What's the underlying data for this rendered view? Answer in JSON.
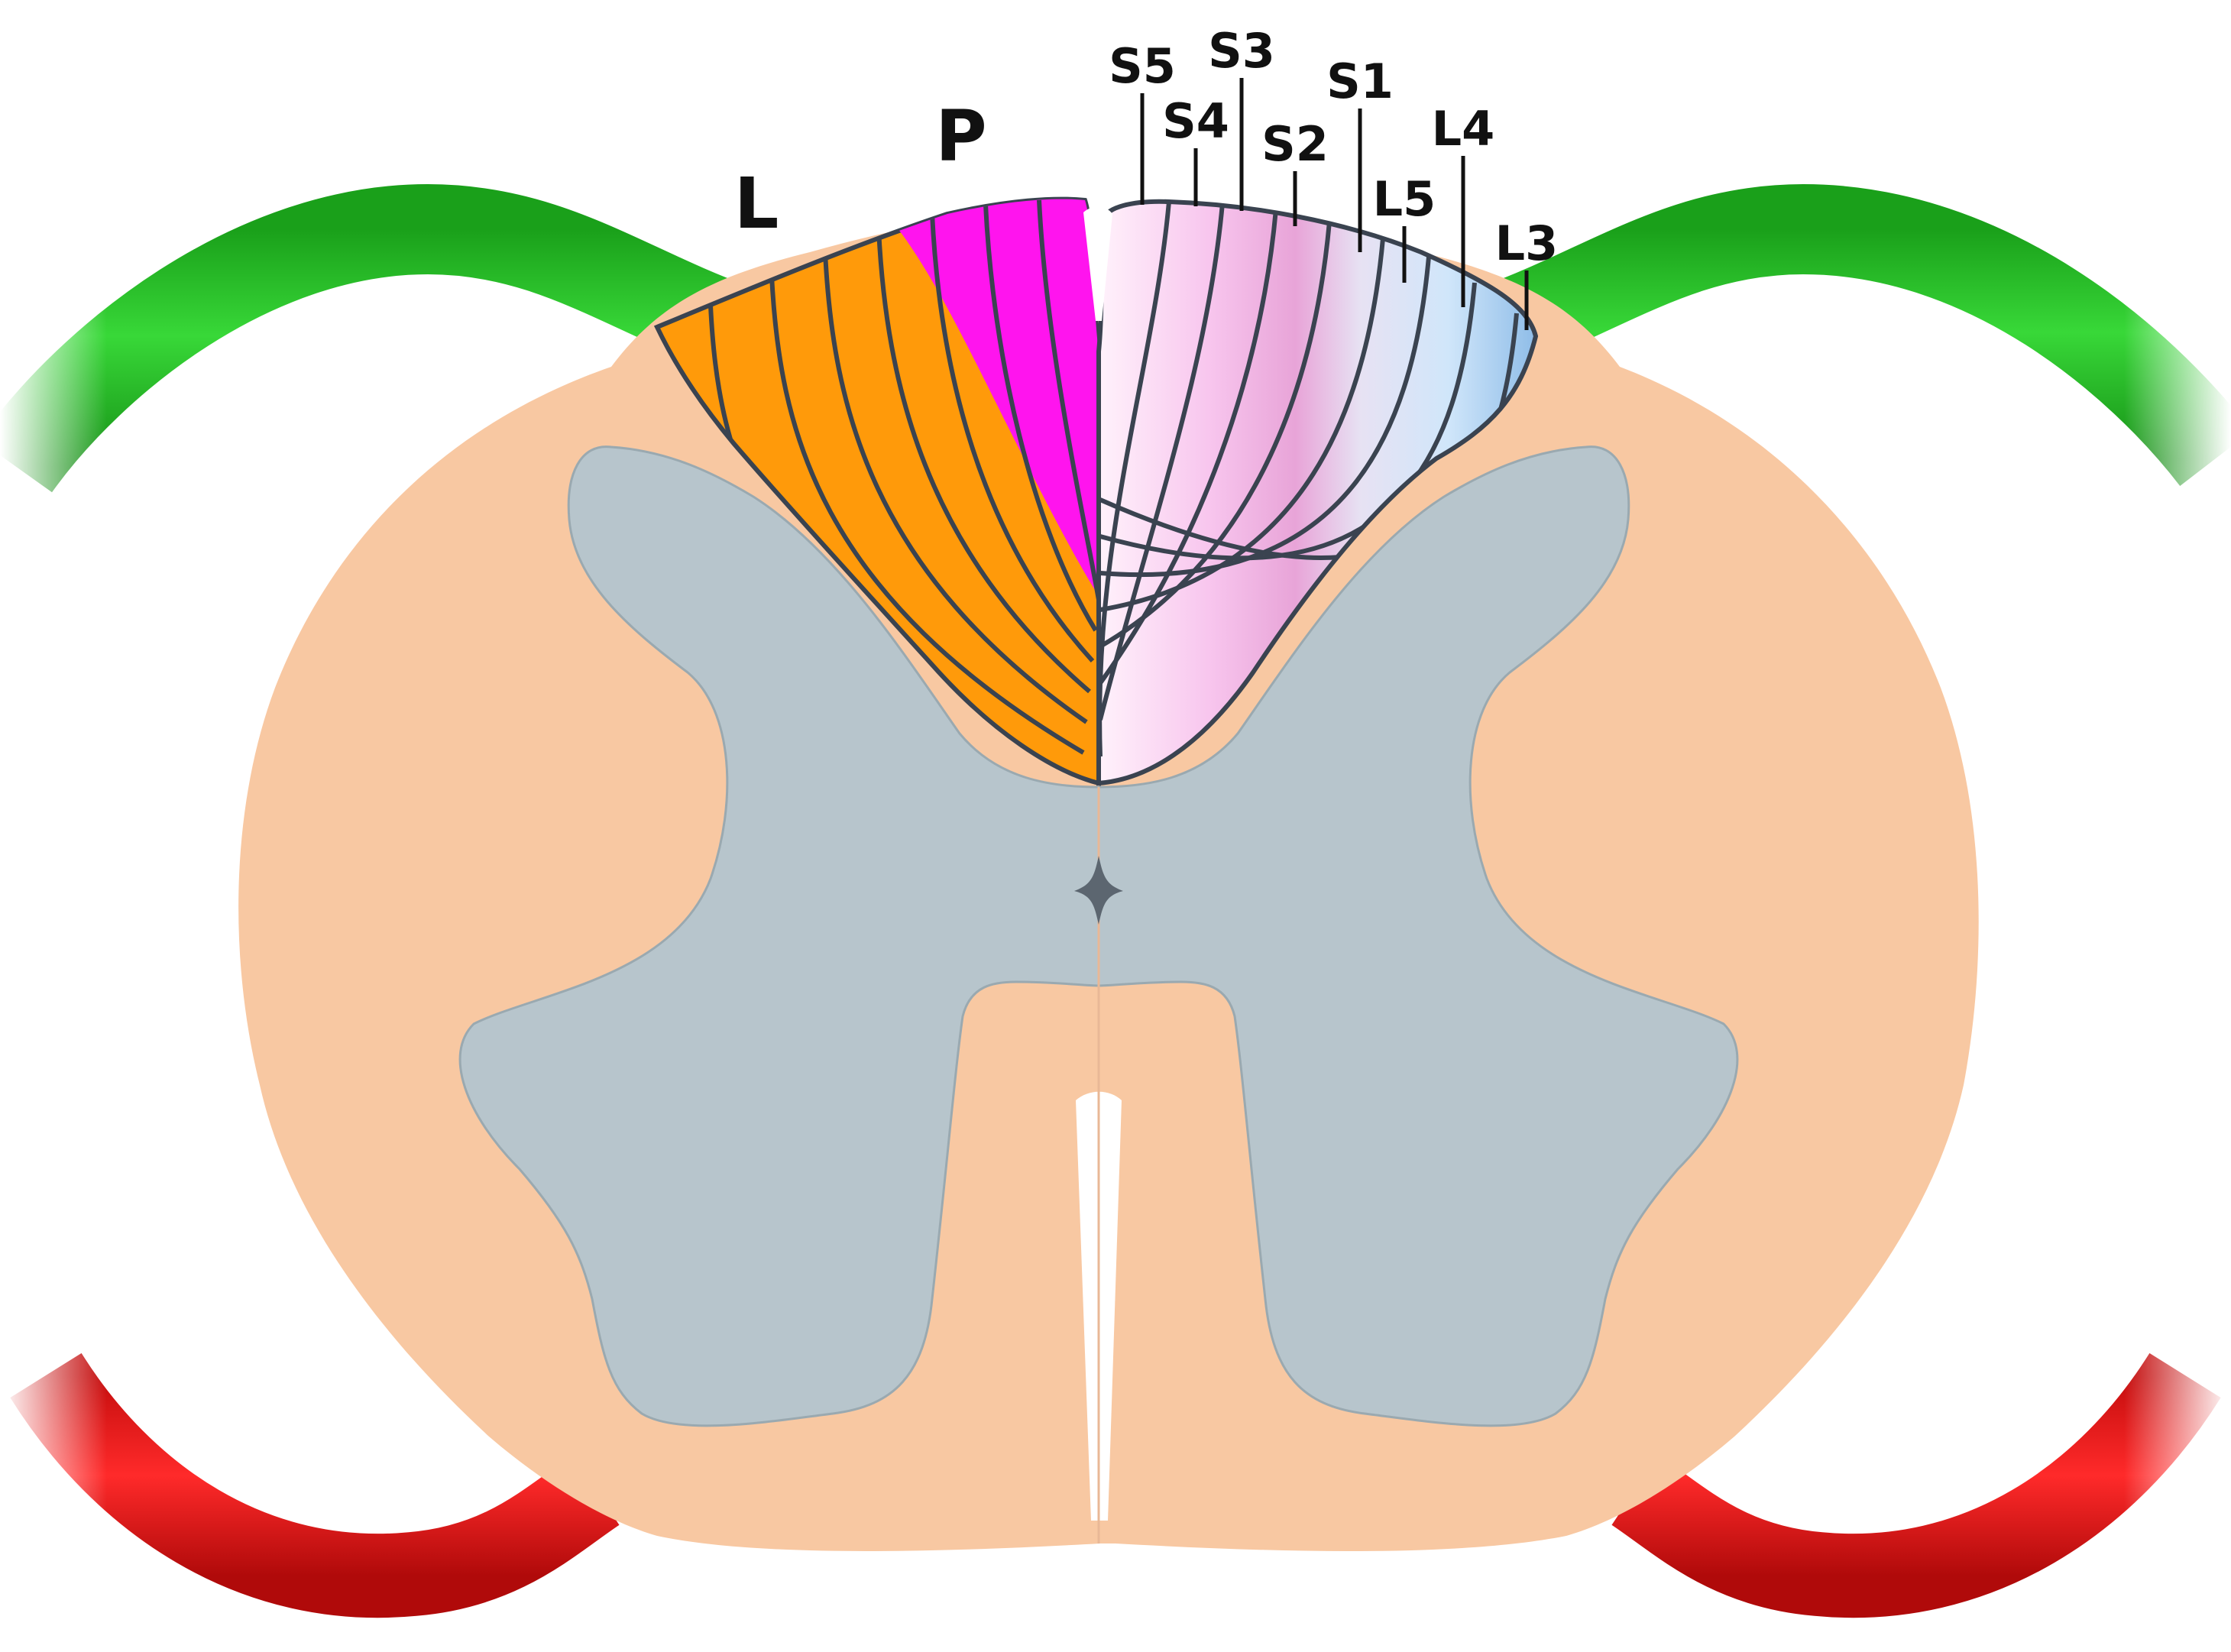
{
  "labels": {
    "lateral": "L",
    "posterior": "P",
    "right": [
      "S5",
      "S4",
      "S3",
      "S2",
      "S1",
      "L5",
      "L4",
      "L3"
    ]
  },
  "colors": {
    "white_matter": "#f8c8a2",
    "gray_matter": "#b7c5cc",
    "outline": "#3a4350",
    "root_dorsal": "#2ab82a",
    "root_ventral": "#e41414",
    "left_lateral": "#ff9a0a",
    "left_posterior": "#ff14ee",
    "central_canal": "#5c6670"
  }
}
